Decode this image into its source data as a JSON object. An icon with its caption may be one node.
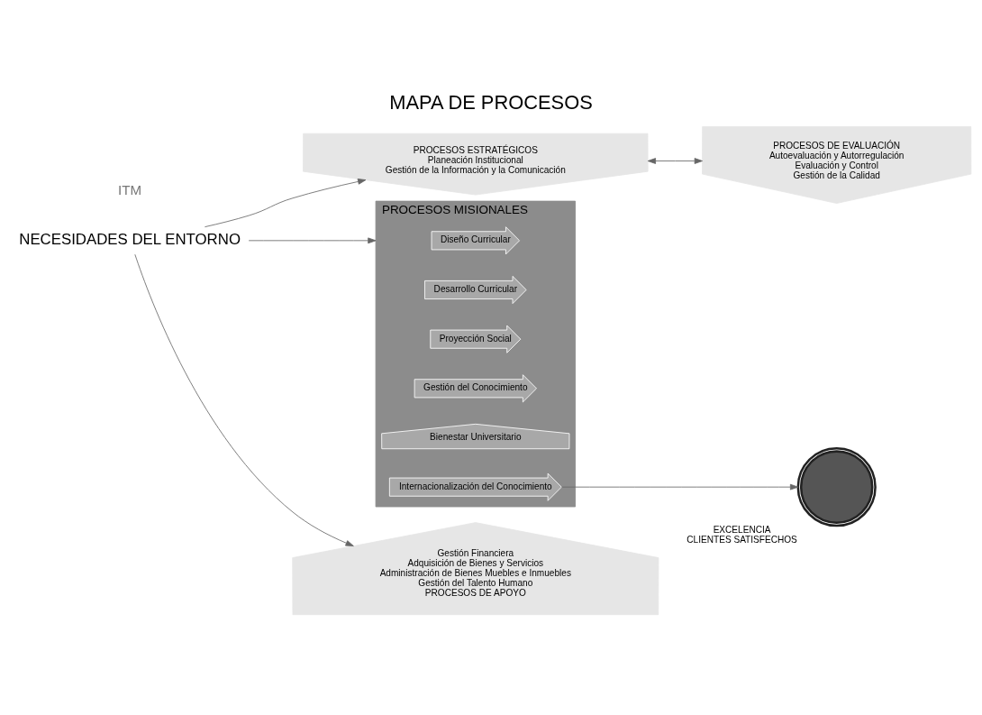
{
  "diagram": {
    "title": "MAPA DE PROCESOS",
    "nodes": [
      {
        "text": [
          "NECESIDADES DEL ENTORNO"
        ]
      },
      {
        "text": [
          "PROCESOS ESTRATÉGICOS",
          "Planeación Institucional",
          "Gestión de la Información y la Comunicación"
        ]
      },
      {
        "text": [
          "PROCESOS DE EVALUACIÓN",
          "Autoevaluación y Autorregulación",
          "Evaluación y Control",
          "Gestión de la Calidad"
        ]
      },
      {
        "text": [
          "PROCESOS MISIONALES"
        ]
      },
      {
        "text": [
          "Diseño Curricular"
        ],
        "in": 3
      },
      {
        "text": [
          "Desarrollo Curricular"
        ],
        "in": 3
      },
      {
        "text": [
          "Proyección Social"
        ],
        "in": 3
      },
      {
        "text": [
          "Gestión del Conocimiento"
        ],
        "in": 3
      },
      {
        "text": [
          "Bienestar Universitario"
        ],
        "in": 3
      },
      {
        "text": [
          "Internacionalización del Conocimiento"
        ],
        "in": 3
      },
      {
        "text": [
          "Gestión Financiera",
          "Adquisición de Bienes y Servicios",
          "Administración de Bienes Muebles e Inmuebles",
          "Gestión del Talento Humano",
          "PROCESOS DE APOYO"
        ]
      },
      {
        "text": [],
        "shape": "circle",
        "beside": [
          "EXCELENCIA",
          "CLIENTES SATISFECHOS"
        ]
      }
    ],
    "edges": [
      {
        "from": 0,
        "to": 1,
        "arrow": "to"
      },
      {
        "from": 0,
        "to": 3,
        "arrow": "to"
      },
      {
        "from": 0,
        "to": 10,
        "arrow": "to"
      },
      {
        "from": 1,
        "to": 2,
        "arrow": "both"
      },
      {
        "from": 9,
        "to": 11,
        "arrow": "to"
      }
    ],
    "labels": [
      "ITM"
    ]
  }
}
